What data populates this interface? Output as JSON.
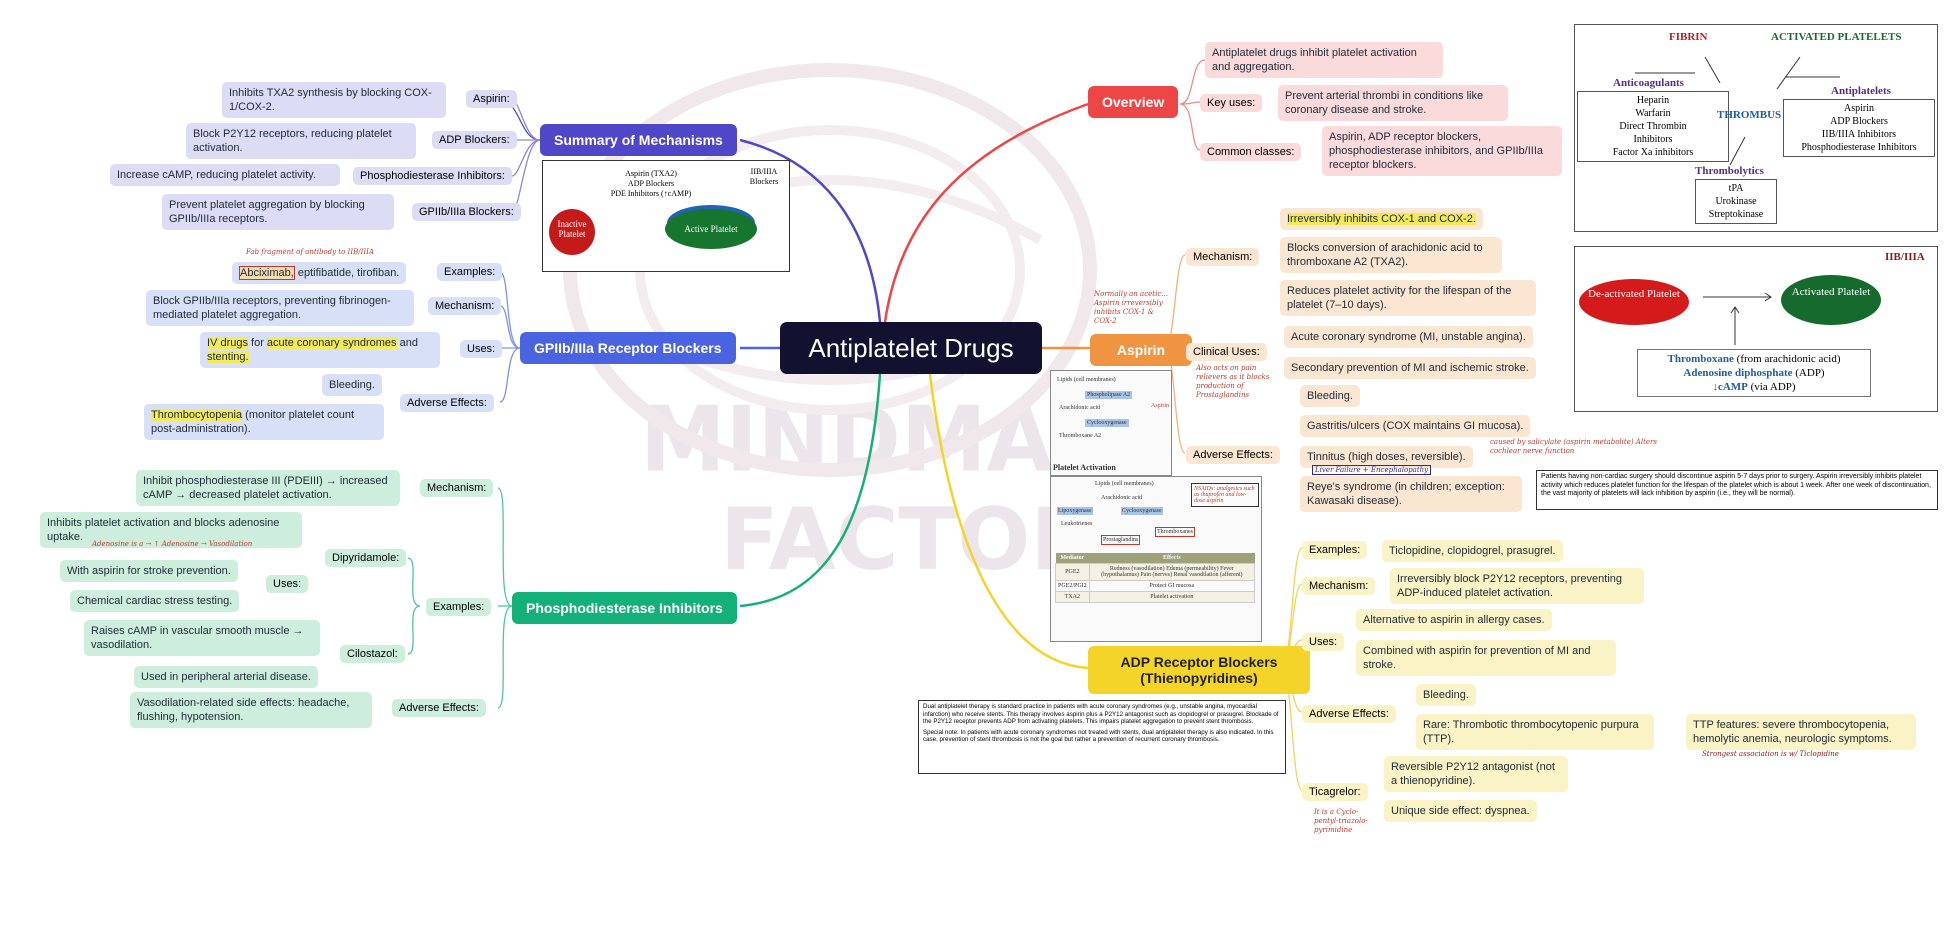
{
  "title": "Antiplatelet Drugs",
  "watermark": {
    "line1": "MINDMAP",
    "line2": "FACTORY"
  },
  "summary": {
    "title": "Summary of Mechanisms",
    "aspirin_label": "Aspirin:",
    "aspirin_text": "Inhibits TXA2 synthesis by blocking COX-1/COX-2.",
    "adp_label": "ADP Blockers:",
    "adp_text": "Block P2Y12 receptors, reducing platelet activation.",
    "pde_label": "Phosphodiesterase Inhibitors:",
    "pde_text": "Increase cAMP, reducing platelet activity.",
    "gp_label": "GPIIb/IIIa Blockers:",
    "gp_text": "Prevent platelet aggregation by blocking GPIIb/IIIa receptors."
  },
  "gp": {
    "title": "GPIIb/IIIa Receptor Blockers",
    "examples_label": "Examples:",
    "examples_hl": "Abciximab,",
    "examples_rest": " eptifibatide, tirofiban.",
    "examples_note": "Fab fragment of antibody to IIB/IIIA",
    "mechanism_label": "Mechanism:",
    "mechanism_text": "Block GPIIb/IIIa receptors, preventing fibrinogen-mediated platelet aggregation.",
    "uses_label": "Uses:",
    "uses_text1": "IV drugs",
    "uses_text2": " for ",
    "uses_text3": "acute coronary syndromes",
    "uses_text4": " and ",
    "uses_text5": "stenting.",
    "ae_label": "Adverse Effects:",
    "ae_1": "Bleeding.",
    "ae_2_hl": "Thrombocytopenia",
    "ae_2_rest": " (monitor platelet count post-administration)."
  },
  "pde": {
    "title": "Phosphodiesterase Inhibitors",
    "mechanism_label": "Mechanism:",
    "mechanism_text": "Inhibit phosphodiesterase III (PDEIII) → increased cAMP → decreased platelet activation.",
    "examples_label": "Examples:",
    "dip_label": "Dipyridamole:",
    "dip_text": "Inhibits platelet activation and blocks adenosine uptake.",
    "dip_note": "Adenosine is a → ↑ Adenosine → Vasodilation",
    "dip_uses_label": "Uses:",
    "dip_use1": "With aspirin for stroke prevention.",
    "dip_use2": "Chemical cardiac stress testing.",
    "cil_label": "Cilostazol:",
    "cil_text": "Raises cAMP in vascular smooth muscle → vasodilation.",
    "cil_use": "Used in peripheral arterial disease.",
    "ae_label": "Adverse Effects:",
    "ae_text": "Vasodilation-related side effects: headache, flushing, hypotension."
  },
  "overview": {
    "title": "Overview",
    "text1": "Antiplatelet drugs inhibit platelet activation and aggregation.",
    "key_label": "Key uses:",
    "key_text": "Prevent arterial thrombi in conditions like coronary disease and stroke.",
    "classes_label": "Common classes:",
    "classes_text": "Aspirin, ADP receptor blockers, phosphodiesterase inhibitors, and GPIIb/IIIa receptor blockers."
  },
  "aspirin": {
    "title": "Aspirin",
    "mechanism_label": "Mechanism:",
    "mech1": "Irreversibly inhibits COX-1 and COX-2.",
    "mech2": "Blocks conversion of arachidonic acid to thromboxane A2 (TXA2).",
    "mech3": "Reduces platelet activity for the lifespan of the platelet (7–10 days).",
    "uses_label": "Clinical Uses:",
    "use1": "Acute coronary syndrome (MI, unstable angina).",
    "use2": "Secondary prevention of MI and ischemic stroke.",
    "ae_label": "Adverse Effects:",
    "ae1": "Bleeding.",
    "ae2": "Gastritis/ulcers (COX maintains GI mucosa).",
    "ae3": "Tinnitus (high doses, reversible).",
    "ae3_note": "caused by salicylate (aspirin metabolite) Alters cochlear nerve function",
    "ae4": "Reye's syndrome (in children; exception: Kawasaki disease).",
    "ae4_note": "Liver Failure + Encephalopathy",
    "note_left": "Normally an acetic... Aspirin irreversibly inhibits COX-1 & COX-2",
    "note_uses": "Also acts on pain relievers as it blocks production of Prostaglandins"
  },
  "adp": {
    "title": "ADP Receptor Blockers (Thienopyridines)",
    "examples_label": "Examples:",
    "examples_text": "Ticlopidine, clopidogrel, prasugrel.",
    "mechanism_label": "Mechanism:",
    "mechanism_text": "Irreversibly block P2Y12 receptors, preventing ADP-induced platelet activation.",
    "uses_label": "Uses:",
    "use1": "Alternative to aspirin in allergy cases.",
    "use2": "Combined with aspirin for prevention of MI and stroke.",
    "ae_label": "Adverse Effects:",
    "ae1": "Bleeding.",
    "ae2": "Rare: Thrombotic thrombocytopenic purpura (TTP).",
    "ttp": "TTP features: severe thrombocytopenia, hemolytic anemia, neurologic symptoms.",
    "ttp_note": "Strongest association is w/ Ticlopidine",
    "tica_label": "Ticagrelor:",
    "tica1": "Reversible P2Y12 antagonist (not a thienopyridine).",
    "tica2": "Unique side effect: dyspnea.",
    "tica_note": "It is a Cyclo-pentyl-triazolo-pyrimidine"
  },
  "fig_summary": {
    "inactive": "Inactive Platelet",
    "active": "Active Platelet",
    "drugs": [
      "Aspirin (TXA2)",
      "ADP Blockers",
      "PDE Inhibitors (↑cAMP)"
    ],
    "receptor": "IIB/IIIA Blockers"
  },
  "panel1": {
    "fibrin": "FIBRIN",
    "activated": "ACTIVATED PLATELETS",
    "anticoag_title": "Anticoagulants",
    "anticoag": [
      "Heparin",
      "Warfarin",
      "Direct Thrombin",
      "Inhibitors",
      "Factor Xa inhibitors"
    ],
    "thrombus": "THROMBUS",
    "antiplat_title": "Antiplatelets",
    "antiplat": [
      "Aspirin",
      "ADP Blockers",
      "IIB/IIIA Inhibitors",
      "Phosphodiesterase Inhibitors"
    ],
    "thrombolytics_title": "Thrombolytics",
    "thrombolytics": [
      "tPA",
      "Urokinase",
      "Streptokinase"
    ]
  },
  "panel2": {
    "deact": "De-activated Platelet",
    "act": "Activated Platelet",
    "receptor": "IIB/IIIA",
    "line1a": "Thromboxane",
    "line1b": " (from arachidonic acid)",
    "line2a": "Adenosine diphosphate",
    "line2b": " (ADP)",
    "line3a": "↓cAMP",
    "line3b": " (via ADP)"
  },
  "surgery_note": "Patients having non-cardiac surgery should discontinue aspirin 5-7 days prior to surgery. Aspirin irreversibly inhibits platelet activity which reduces platelet function for the lifespan of the platelet which is about 1 week. After one week of discontinuation, the vast majority of platelets will lack inhibition by aspirin (i.e., they will be normal).",
  "dapt_note": "Dual antiplatelet therapy is standard practice in patients with acute coronary syndromes (e.g., unstable angina, myocardial infarction) who receive stents. This therapy involves aspirin plus a P2Y12 antagonist such as clopidogrel or prasugrel. Blockade of the P2Y12 receptor prevents ADP from activating platelets. This impairs platelet aggregation to prevent stent thrombosis.",
  "dapt_special": "Special note: In patients with acute coronary syndromes not treated with stents, dual antiplatelet therapy is also indicated. In this case, prevention of stent thrombosis is not the goal but rather a prevention of recurrent coronary thrombosis.",
  "pathway": {
    "title": "Platelet Activation",
    "steps": [
      "Lipids (cell membranes)",
      "Phospholipase A2",
      "Arachidonic acid",
      "Cyclooxygenase",
      "Thromboxane A2"
    ],
    "drug": "Aspirin"
  },
  "pg_table": {
    "headers": [
      "Mediator",
      "Effects"
    ],
    "rows": [
      {
        "m": "PGE2",
        "e": "Redness (vasodilation) Edema (permeability) Fever (hypothalamus) Pain (nerves) Renal vasodilation (afferent)"
      },
      {
        "m": "PGE2/PGI2",
        "e": "Protect GI mucosa"
      },
      {
        "m": "TXA2",
        "e": "Platelet activation"
      }
    ],
    "labels": [
      "Lipids (cell membranes)",
      "Arachidonic acid",
      "Lipoxygenase",
      "Cyclooxygenase",
      "Leukotrienes",
      "Prostaglandins",
      "Thromboxanes"
    ],
    "note": "NSAIDs: analgesics such as ibuprofen and low-dose aspirin"
  },
  "colors": {
    "summary": "#5046c8",
    "gp": "#4a63e0",
    "pde": "#14b07a",
    "overview": "#ec4646",
    "aspirin": "#ef9440",
    "adp": "#f5d42a"
  }
}
